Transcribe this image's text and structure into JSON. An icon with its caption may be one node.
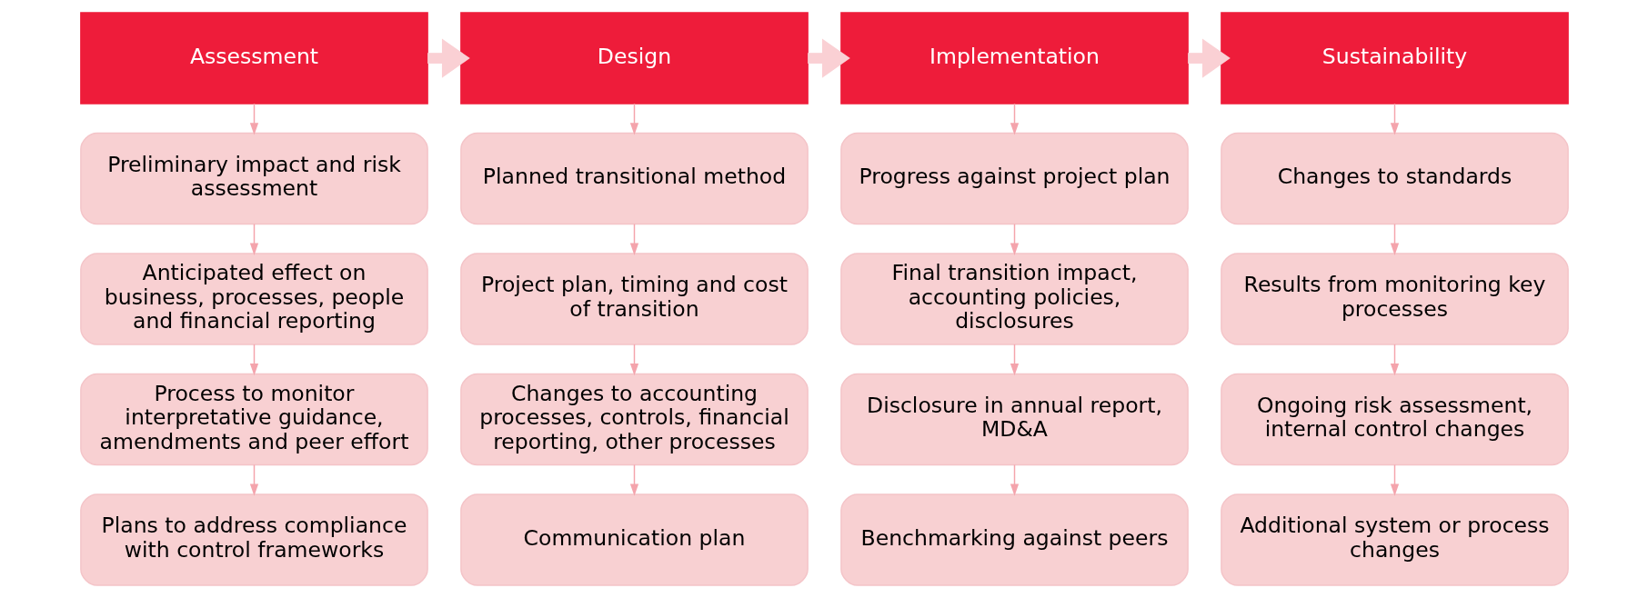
{
  "diagram": {
    "nodes": [
      {
        "text": [
          "Assessment"
        ]
      },
      {
        "text": [
          "Preliminary impact and risk assessment"
        ]
      },
      {
        "text": [
          "Anticipated effect on business, processes, people and financial reporting"
        ]
      },
      {
        "text": [
          "Process to monitor interpretative guidance, amendments and peer effort"
        ]
      },
      {
        "text": [
          "Plans to address compliance with control frameworks"
        ]
      },
      {
        "text": [
          "Design"
        ]
      },
      {
        "text": [
          "Planned transitional method"
        ]
      },
      {
        "text": [
          "Project plan, timing and cost of transition"
        ]
      },
      {
        "text": [
          "Changes to accounting processes, controls, financial reporting, other processes"
        ]
      },
      {
        "text": [
          "Communication plan"
        ]
      },
      {
        "text": [
          "Implementation"
        ]
      },
      {
        "text": [
          "Progress against project plan"
        ]
      },
      {
        "text": [
          "Final transition impact, accounting policies, disclosures"
        ]
      },
      {
        "text": [
          "Disclosure in annual report, MD&A"
        ]
      },
      {
        "text": [
          "Benchmarking against peers"
        ]
      },
      {
        "text": [
          "Sustainability"
        ]
      },
      {
        "text": [
          "Changes to standards"
        ]
      },
      {
        "text": [
          "Results from monitoring key processes"
        ]
      },
      {
        "text": [
          "Ongoing risk assessment, internal control changes"
        ]
      },
      {
        "text": [
          "Additional system or process changes"
        ]
      }
    ],
    "edges": [
      {
        "from": 0,
        "to": 5,
        "arrow": "to",
        "style": "thick"
      },
      {
        "from": 5,
        "to": 10,
        "arrow": "to",
        "style": "thick"
      },
      {
        "from": 10,
        "to": 15,
        "arrow": "to",
        "style": "thick"
      },
      {
        "from": 0,
        "to": 1,
        "arrow": "to"
      },
      {
        "from": 1,
        "to": 2,
        "arrow": "to"
      },
      {
        "from": 2,
        "to": 3,
        "arrow": "to"
      },
      {
        "from": 3,
        "to": 4,
        "arrow": "to"
      },
      {
        "from": 5,
        "to": 6,
        "arrow": "to"
      },
      {
        "from": 6,
        "to": 7,
        "arrow": "to"
      },
      {
        "from": 7,
        "to": 8,
        "arrow": "to"
      },
      {
        "from": 8,
        "to": 9,
        "arrow": "to"
      },
      {
        "from": 10,
        "to": 11,
        "arrow": "to"
      },
      {
        "from": 11,
        "to": 12,
        "arrow": "to"
      },
      {
        "from": 12,
        "to": 13,
        "arrow": "to"
      },
      {
        "from": 13,
        "to": 14,
        "arrow": "to"
      },
      {
        "from": 15,
        "to": 16,
        "arrow": "to"
      },
      {
        "from": 16,
        "to": 17,
        "arrow": "to"
      },
      {
        "from": 17,
        "to": 18,
        "arrow": "to"
      },
      {
        "from": 18,
        "to": 19,
        "arrow": "to"
      }
    ]
  }
}
